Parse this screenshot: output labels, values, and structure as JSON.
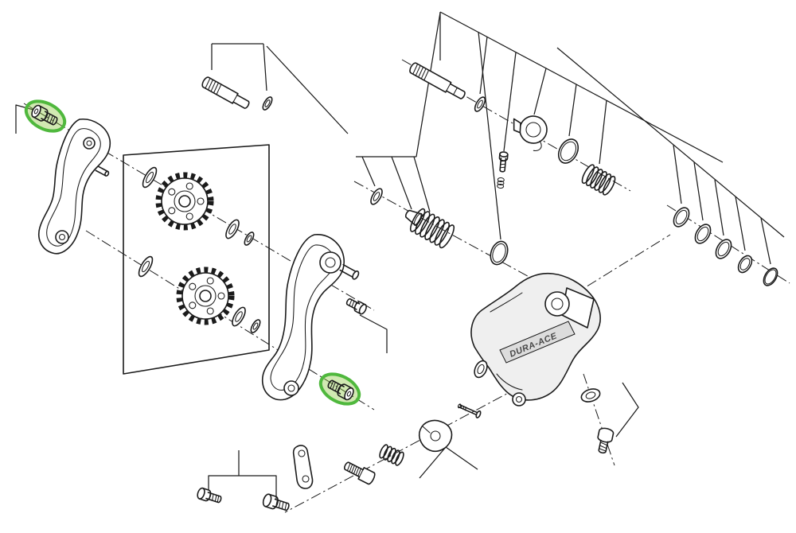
{
  "diagram": {
    "type": "exploded-parts-diagram",
    "subject": "Rear derailleur exploded view with two highlighted fixing bolts",
    "brand_label": "DURA-ACE",
    "colors": {
      "ink": "#1b1b1b",
      "paper": "#ffffff",
      "highlight": "#4fb83d",
      "highlight-fill": "rgba(139,200,63,0.40)",
      "body-fill": "#efefef",
      "band-fill": "#dcdcdc"
    },
    "highlighted_parts": [
      {
        "id": "cage-plate-bolt-upper",
        "label": "Plate fixing bolt (upper left, highlighted green)"
      },
      {
        "id": "cage-plate-bolt-lower",
        "label": "Plate fixing bolt (lower middle, highlighted green)"
      }
    ],
    "parts": [
      {
        "id": "outer-cage-plate",
        "label": "Outer pulley plate"
      },
      {
        "id": "pulley-box",
        "label": "Pulley set grouping box"
      },
      {
        "id": "guide-pulley",
        "label": "Guide pulley"
      },
      {
        "id": "tension-pulley",
        "label": "Tension pulley"
      },
      {
        "id": "pulley-seal-rings",
        "label": "Pulley seal rings and washers"
      },
      {
        "id": "inner-cage-plate",
        "label": "Inner pulley plate"
      },
      {
        "id": "plate-stud",
        "label": "Plate mounting stud"
      },
      {
        "id": "stopper-bolt",
        "label": "Cage stopper bolt"
      },
      {
        "id": "plate-axle",
        "label": "Plate axle shaft"
      },
      {
        "id": "plate-axle-ring",
        "label": "Plate axle ring"
      },
      {
        "id": "cage-washer",
        "label": "Cage washer"
      },
      {
        "id": "cage-bushing",
        "label": "Cage bushing"
      },
      {
        "id": "cage-tension-spring",
        "label": "Cage tension spring"
      },
      {
        "id": "snap-ring",
        "label": "Snap ring"
      },
      {
        "id": "b-axle",
        "label": "Bracket axle"
      },
      {
        "id": "b-axle-washer",
        "label": "Bracket axle washer"
      },
      {
        "id": "b-tension-screw",
        "label": "B-tension adjusting screw"
      },
      {
        "id": "b-tension-spring-seat",
        "label": "B-tension screw spring"
      },
      {
        "id": "bracket-unit",
        "label": "Bracket axle unit"
      },
      {
        "id": "bracket-washer",
        "label": "Bracket washer"
      },
      {
        "id": "bracket-spring",
        "label": "Bracket spring"
      },
      {
        "id": "washer-set",
        "label": "Washer and seal ring set (right group)"
      },
      {
        "id": "derailleur-body",
        "label": "Derailleur body / link assembly"
      },
      {
        "id": "anchor-washer",
        "label": "Cable anchor washer"
      },
      {
        "id": "anchor-bolt",
        "label": "Cable fixing bolt"
      },
      {
        "id": "connector-pin",
        "label": "Connector pin"
      },
      {
        "id": "clamp-link",
        "label": "Cable clamp link"
      },
      {
        "id": "adjust-spring",
        "label": "Adjusting spring"
      },
      {
        "id": "adjusting-barrel",
        "label": "Cable adjusting barrel bolt"
      },
      {
        "id": "link-plate",
        "label": "Link plate"
      },
      {
        "id": "link-bolt-left",
        "label": "Link fixing bolt (left)"
      },
      {
        "id": "link-bolt-right",
        "label": "Link fixing bolt (right)"
      }
    ]
  }
}
